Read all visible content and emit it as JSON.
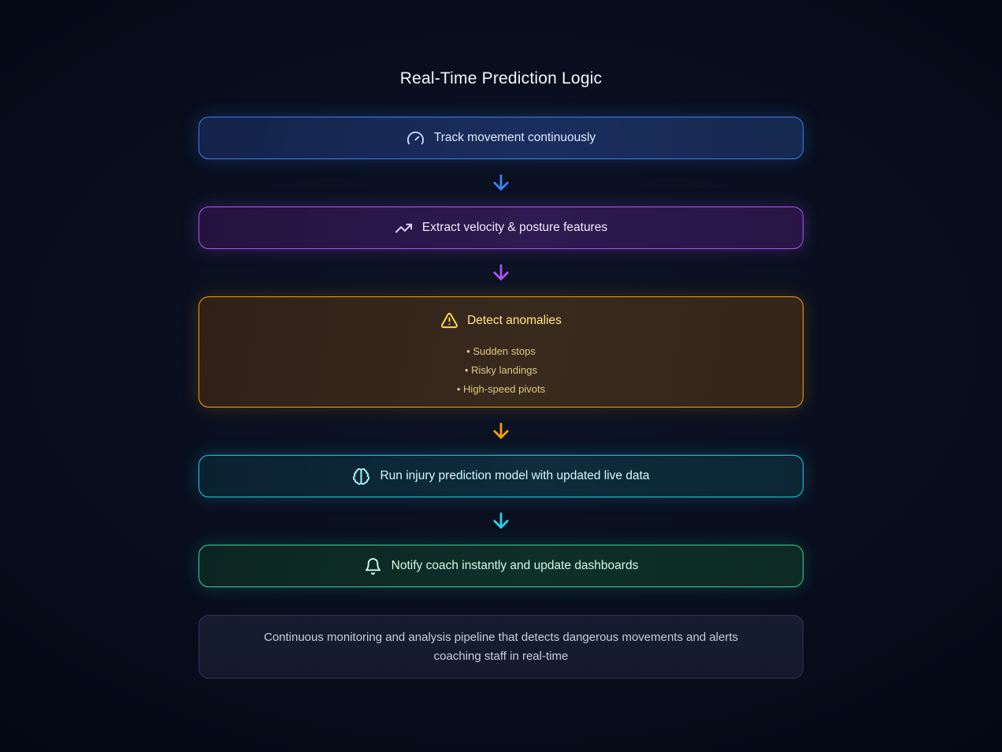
{
  "page": {
    "title": "Real-Time Prediction Logic"
  },
  "steps": [
    {
      "label": "Track movement continuously",
      "icon": "gauge-icon",
      "accent": "#3b82f6"
    },
    {
      "label": "Extract velocity & posture features",
      "icon": "trending-up-icon",
      "accent": "#a855f7"
    },
    {
      "label": "Detect anomalies",
      "icon": "alert-triangle-icon",
      "accent": "#f59e0b",
      "bullets": [
        "Sudden stops",
        "Risky landings",
        "High-speed pivots"
      ]
    },
    {
      "label": "Run injury prediction model with updated live data",
      "icon": "brain-icon",
      "accent": "#22d3ee"
    },
    {
      "label": "Notify coach instantly and update dashboards",
      "icon": "bell-icon",
      "accent": "#34d399"
    }
  ],
  "connectors": [
    {
      "icon": "arrow-down-icon",
      "color": "#3b82f6"
    },
    {
      "icon": "arrow-down-icon",
      "color": "#a855f7"
    },
    {
      "icon": "arrow-down-icon",
      "color": "#f59e0b"
    },
    {
      "icon": "arrow-down-icon",
      "color": "#22d3ee"
    }
  ],
  "footer": {
    "description": "Continuous monitoring and analysis pipeline that detects dangerous movements and alerts coaching staff in real-time"
  }
}
